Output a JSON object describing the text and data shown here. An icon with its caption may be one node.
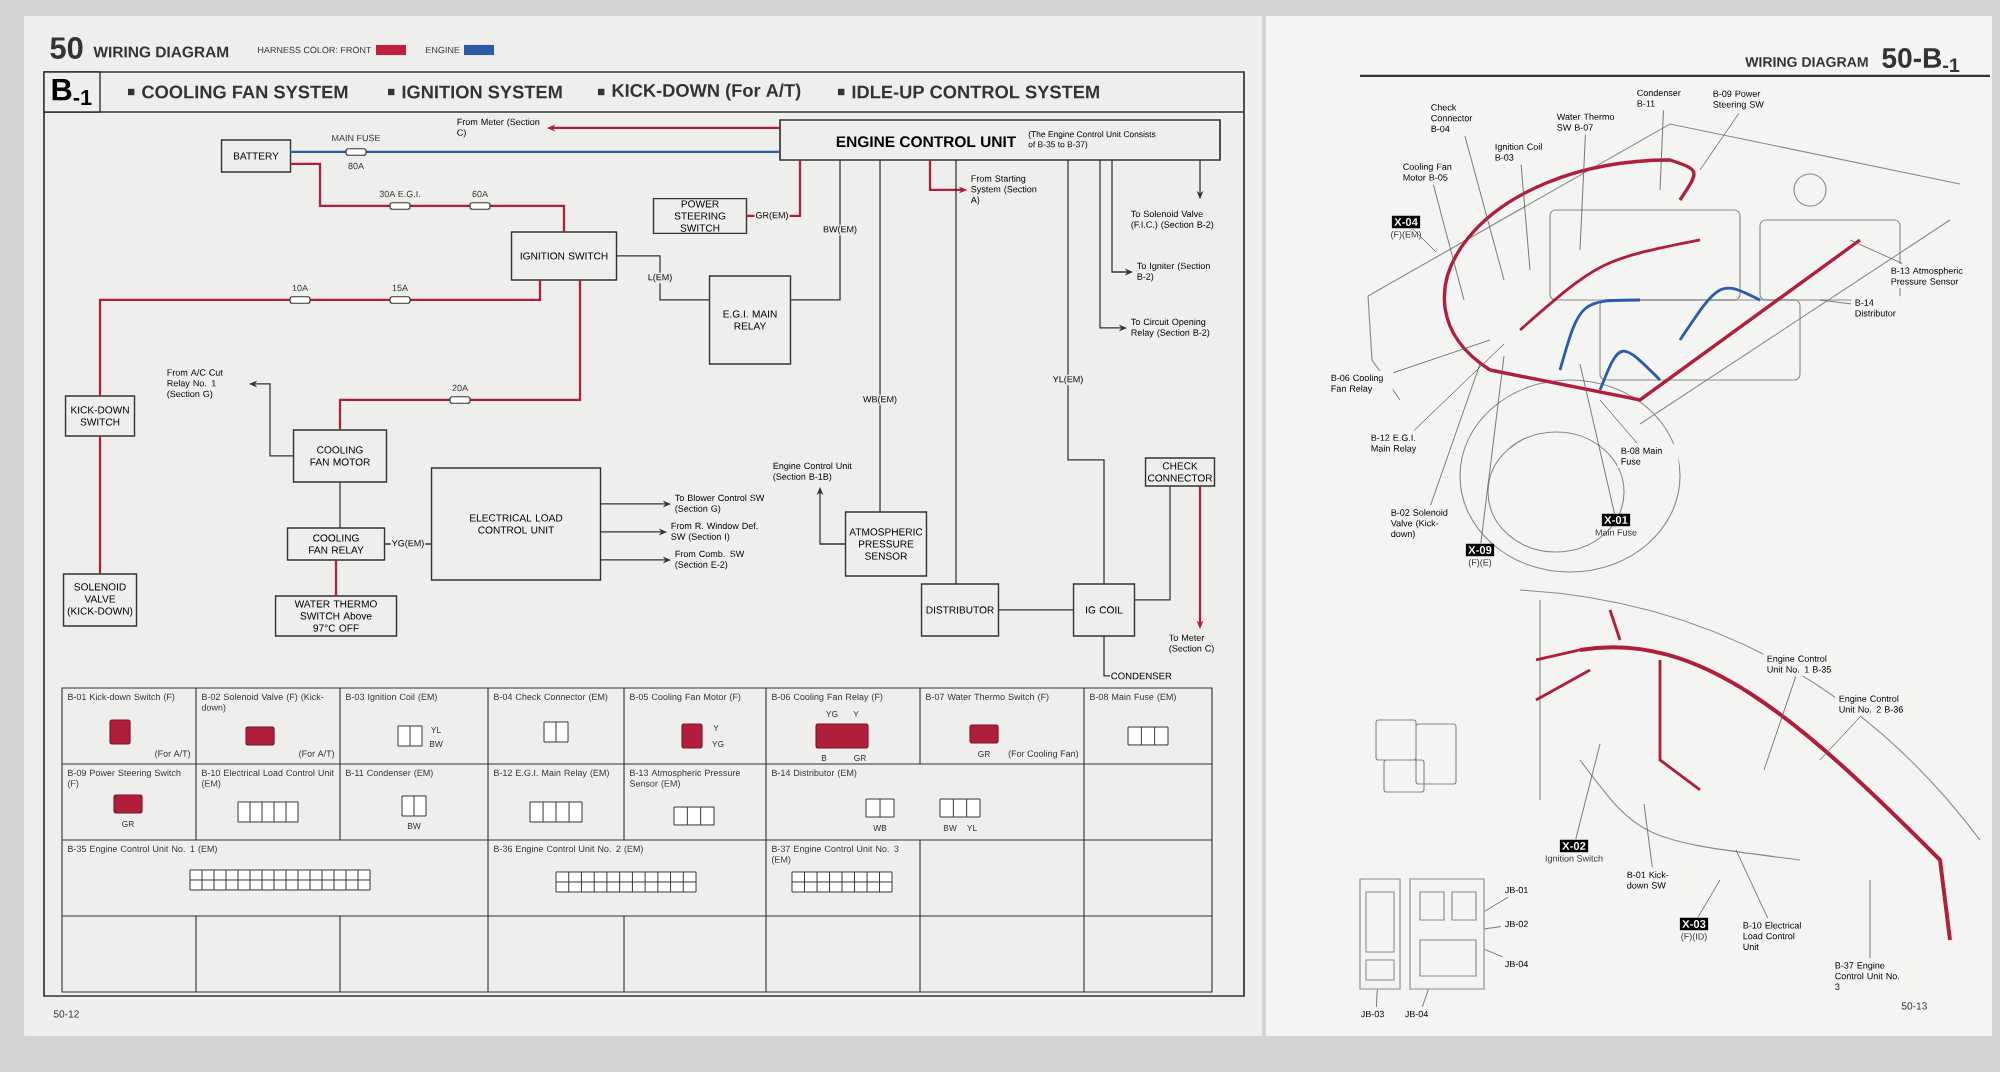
{
  "diagram": {
    "nodes": [
      {
        "text": [
          "BATTERY"
        ]
      },
      {
        "text": [
          "IGNITION SWITCH"
        ]
      },
      {
        "text": [
          "COOLING FAN MOTOR"
        ]
      },
      {
        "text": [
          "COOLING FAN RELAY"
        ]
      },
      {
        "text": [
          "WATER THERMO SWITCH Above 97°C OFF"
        ]
      },
      {
        "text": [
          "KICK-DOWN SWITCH"
        ]
      },
      {
        "text": [
          "SOLENOID VALVE (KICK-DOWN)"
        ]
      },
      {
        "text": [
          "ELECTRICAL LOAD CONTROL UNIT"
        ]
      },
      {
        "text": [
          "E.G.I. MAIN RELAY"
        ]
      },
      {
        "text": [
          "POWER STEERING SWITCH"
        ]
      },
      {
        "text": [
          "ENGINE CONTROL UNIT",
          "(The Engine Control Unit Consists of B-35 to B-37)"
        ]
      },
      {
        "text": [
          "ATMOSPHERIC PRESSURE SENSOR"
        ]
      },
      {
        "text": [
          "DISTRIBUTOR"
        ]
      },
      {
        "text": [
          "IG COIL"
        ]
      },
      {
        "text": [
          "CHECK CONNECTOR"
        ]
      },
      {
        "text": [
          "CONDENSER"
        ]
      },
      {
        "text": [
          "From Meter (Section C)"
        ]
      },
      {
        "text": [
          "From Starting System (Section A)"
        ]
      },
      {
        "text": [
          "To Solenoid Valve (F.I.C.) (Section B-2)"
        ]
      },
      {
        "text": [
          "To Igniter (Section B-2)"
        ]
      },
      {
        "text": [
          "To Circuit Opening Relay (Section B-2)"
        ]
      },
      {
        "text": [
          "To Meter (Section C)"
        ]
      },
      {
        "text": [
          "From A/C Cut Relay No. 1 (Section G)"
        ]
      },
      {
        "text": [
          "Engine Control Unit (Section B-1B)"
        ]
      },
      {
        "text": [
          "To Blower Control SW (Section G)"
        ]
      },
      {
        "text": [
          "From R. Window Def. SW (Section I)"
        ]
      },
      {
        "text": [
          "From Comb. SW (Section E-2)"
        ]
      },
      {
        "text": [
          "Check Connector B-04"
        ]
      },
      {
        "text": [
          "Ignition Coil B-03"
        ]
      },
      {
        "text": [
          "Water Thermo SW B-07"
        ]
      },
      {
        "text": [
          "Condenser B-11"
        ]
      },
      {
        "text": [
          "B-09 Power Steering SW"
        ]
      },
      {
        "text": [
          "Cooling Fan Motor B-05"
        ]
      },
      {
        "text": [
          "X-04"
        ],
        "beside": [
          "(F)(EM)"
        ]
      },
      {
        "text": [
          "B-13 Atmospheric Pressure Sensor"
        ]
      },
      {
        "text": [
          "B-14 Distributor"
        ]
      },
      {
        "text": [
          "B-06 Cooling Fan Relay"
        ]
      },
      {
        "text": [
          "B-12 E.G.I. Main Relay"
        ]
      },
      {
        "text": [
          "B-08 Main Fuse"
        ]
      },
      {
        "text": [
          "B-02 Solenoid Valve (Kick-down)"
        ]
      },
      {
        "text": [
          "X-01"
        ],
        "beside": [
          "Main Fuse"
        ]
      },
      {
        "text": [
          "X-09"
        ],
        "beside": [
          "(F)(E)"
        ]
      },
      {
        "text": [
          "Engine Control Unit No. 1 B-35"
        ]
      },
      {
        "text": [
          "Engine Control Unit No. 2 B-36"
        ]
      },
      {
        "text": [
          "X-02"
        ],
        "beside": [
          "Ignition Switch"
        ]
      },
      {
        "text": [
          "B-01 Kick-down SW"
        ]
      },
      {
        "text": [
          "X-03"
        ],
        "beside": [
          "(F)(ID)"
        ]
      },
      {
        "text": [
          "B-10 Electrical Load Control Unit"
        ]
      },
      {
        "text": [
          "B-37 Engine Control Unit No. 3"
        ]
      },
      {
        "text": [
          "JB-01"
        ]
      },
      {
        "text": [
          "JB-02"
        ]
      },
      {
        "text": [
          "JB-04"
        ]
      },
      {
        "text": [
          "JB-03"
        ]
      },
      {
        "text": [
          "JB-04"
        ]
      },
      {
        "text": [],
        "shape": "picture"
      },
      {
        "text": [],
        "shape": "picture"
      }
    ],
    "edges": [
      {
        "from": 0,
        "to": 1,
        "arrow": "none",
        "color": "#b01e3c"
      },
      {
        "from": 0,
        "to": 10,
        "arrow": "none",
        "color": "#2a5caa"
      },
      {
        "from": 10,
        "to": 16,
        "arrow": "to",
        "color": "#b01e3c"
      },
      {
        "from": 1,
        "to": 2,
        "arrow": "none",
        "color": "#b01e3c"
      },
      {
        "from": 1,
        "to": 5,
        "arrow": "none",
        "color": "#b01e3c"
      },
      {
        "from": 5,
        "to": 6,
        "arrow": "none",
        "color": "#b01e3c"
      },
      {
        "from": 2,
        "to": 3,
        "arrow": "none"
      },
      {
        "from": 3,
        "to": 4,
        "arrow": "none",
        "color": "#b01e3c"
      },
      {
        "from": 2,
        "to": 22,
        "arrow": "to"
      },
      {
        "from": 3,
        "to": 7,
        "arrow": "none",
        "label": "YG(EM)"
      },
      {
        "from": 1,
        "to": 8,
        "arrow": "none",
        "label": "L(EM)"
      },
      {
        "from": 8,
        "to": 10,
        "arrow": "none",
        "label": "BW(EM)"
      },
      {
        "from": 9,
        "to": 10,
        "arrow": "none",
        "label": "GR(EM)",
        "color": "#b01e3c"
      },
      {
        "from": 10,
        "to": 17,
        "arrow": "to",
        "color": "#b01e3c"
      },
      {
        "from": 10,
        "to": 18,
        "arrow": "to"
      },
      {
        "from": 10,
        "to": 19,
        "arrow": "to"
      },
      {
        "from": 10,
        "to": 20,
        "arrow": "to"
      },
      {
        "from": 10,
        "to": 11,
        "arrow": "none",
        "label": "WB(EM)"
      },
      {
        "from": 10,
        "to": 12,
        "arrow": "none"
      },
      {
        "from": 10,
        "to": 13,
        "arrow": "none",
        "label": "YL(EM)"
      },
      {
        "from": 13,
        "to": 14,
        "arrow": "none"
      },
      {
        "from": 14,
        "to": 21,
        "arrow": "to",
        "color": "#b01e3c"
      },
      {
        "from": 11,
        "to": 23,
        "arrow": "to"
      },
      {
        "from": 7,
        "to": 24,
        "arrow": "to"
      },
      {
        "from": 7,
        "to": 25,
        "arrow": "to"
      },
      {
        "from": 7,
        "to": 26,
        "arrow": "to"
      },
      {
        "from": 12,
        "to": 13,
        "arrow": "none"
      },
      {
        "from": 13,
        "to": 15,
        "arrow": "none"
      },
      {
        "from": 27,
        "to": null,
        "arrow": "none"
      },
      {
        "from": 28,
        "to": null,
        "arrow": "none"
      },
      {
        "from": 29,
        "to": null,
        "arrow": "none"
      },
      {
        "from": 30,
        "to": null,
        "arrow": "none"
      },
      {
        "from": 31,
        "to": null,
        "arrow": "none"
      },
      {
        "from": 32,
        "to": null,
        "arrow": "none"
      },
      {
        "from": 33,
        "to": null,
        "arrow": "none"
      },
      {
        "from": 34,
        "to": null,
        "arrow": "none"
      },
      {
        "from": 35,
        "to": null,
        "arrow": "none"
      },
      {
        "from": 36,
        "to": null,
        "arrow": "none"
      },
      {
        "from": 37,
        "to": null,
        "arrow": "none"
      },
      {
        "from": 38,
        "to": null,
        "arrow": "none"
      },
      {
        "from": 39,
        "to": null,
        "arrow": "none"
      },
      {
        "from": 40,
        "to": null,
        "arrow": "none"
      },
      {
        "from": 41,
        "to": null,
        "arrow": "none"
      },
      {
        "from": 42,
        "to": null,
        "arrow": "none"
      },
      {
        "from": 43,
        "to": null,
        "arrow": "none"
      },
      {
        "from": 44,
        "to": null,
        "arrow": "none"
      },
      {
        "from": 45,
        "to": null,
        "arrow": "none"
      },
      {
        "from": 46,
        "to": null,
        "arrow": "none"
      },
      {
        "from": 47,
        "to": null,
        "arrow": "none"
      },
      {
        "from": 48,
        "to": null,
        "arrow": "none"
      },
      {
        "from": 49,
        "to": 55,
        "arrow": "none"
      },
      {
        "from": 50,
        "to": 55,
        "arrow": "none"
      },
      {
        "from": 51,
        "to": 55,
        "arrow": "none"
      },
      {
        "from": 52,
        "to": 54,
        "arrow": "none"
      },
      {
        "from": 53,
        "to": 55,
        "arrow": "none"
      }
    ],
    "labels": [
      "50",
      "WIRING DIAGRAM",
      "B$_{-1}$",
      "COOLING FAN SYSTEM",
      "IGNITION SYSTEM",
      "KICK-DOWN (For A/T)",
      "IDLE-UP CONTROL SYSTEM",
      "MAIN FUSE",
      "80A",
      "30A E.G.I.",
      "60A",
      "10A",
      "15A",
      "20A",
      "B-01 Kick-down Switch (F)",
      "B-02 Solenoid Valve (F) (Kick-down)",
      "B-03 Ignition Coil (EM)",
      "B-04 Check Connector (EM)",
      "B-05 Cooling Fan Motor (F)",
      "B-06 Cooling Fan Relay (F)",
      "B-07 Water Thermo Switch (F)",
      "B-08 Main Fuse (EM)",
      "B-09 Power Steering Switch (F)",
      "B-10 Electrical Load Control Unit (EM)",
      "B-11 Condenser (EM)",
      "B-12 E.G.I. Main Relay (EM)",
      "B-13 Atmospheric Pressure Sensor (EM)",
      "B-14 Distributor (EM)",
      "B-35 Engine Control Unit No. 1 (EM)",
      "B-36 Engine Control Unit No. 2 (EM)",
      "B-37 Engine Control Unit No. 3 (EM)",
      "(For A/T)",
      "(For A/T)",
      "(For Cooling Fan)",
      "50-12",
      "WIRING DIAGRAM",
      "50-B$_{-1}$",
      "50-13",
      "YL",
      "BW",
      "Y",
      "YG",
      "YG",
      "Y",
      "B",
      "GR",
      "GR",
      "GR",
      "BW",
      "WB",
      "BW",
      "YL"
    ],
    "legend": [
      {
        "text": "HARNESS COLOR: FRONT",
        "color": "#c0203c"
      },
      {
        "text": "ENGINE",
        "color": "#2a5caa"
      }
    ]
  }
}
